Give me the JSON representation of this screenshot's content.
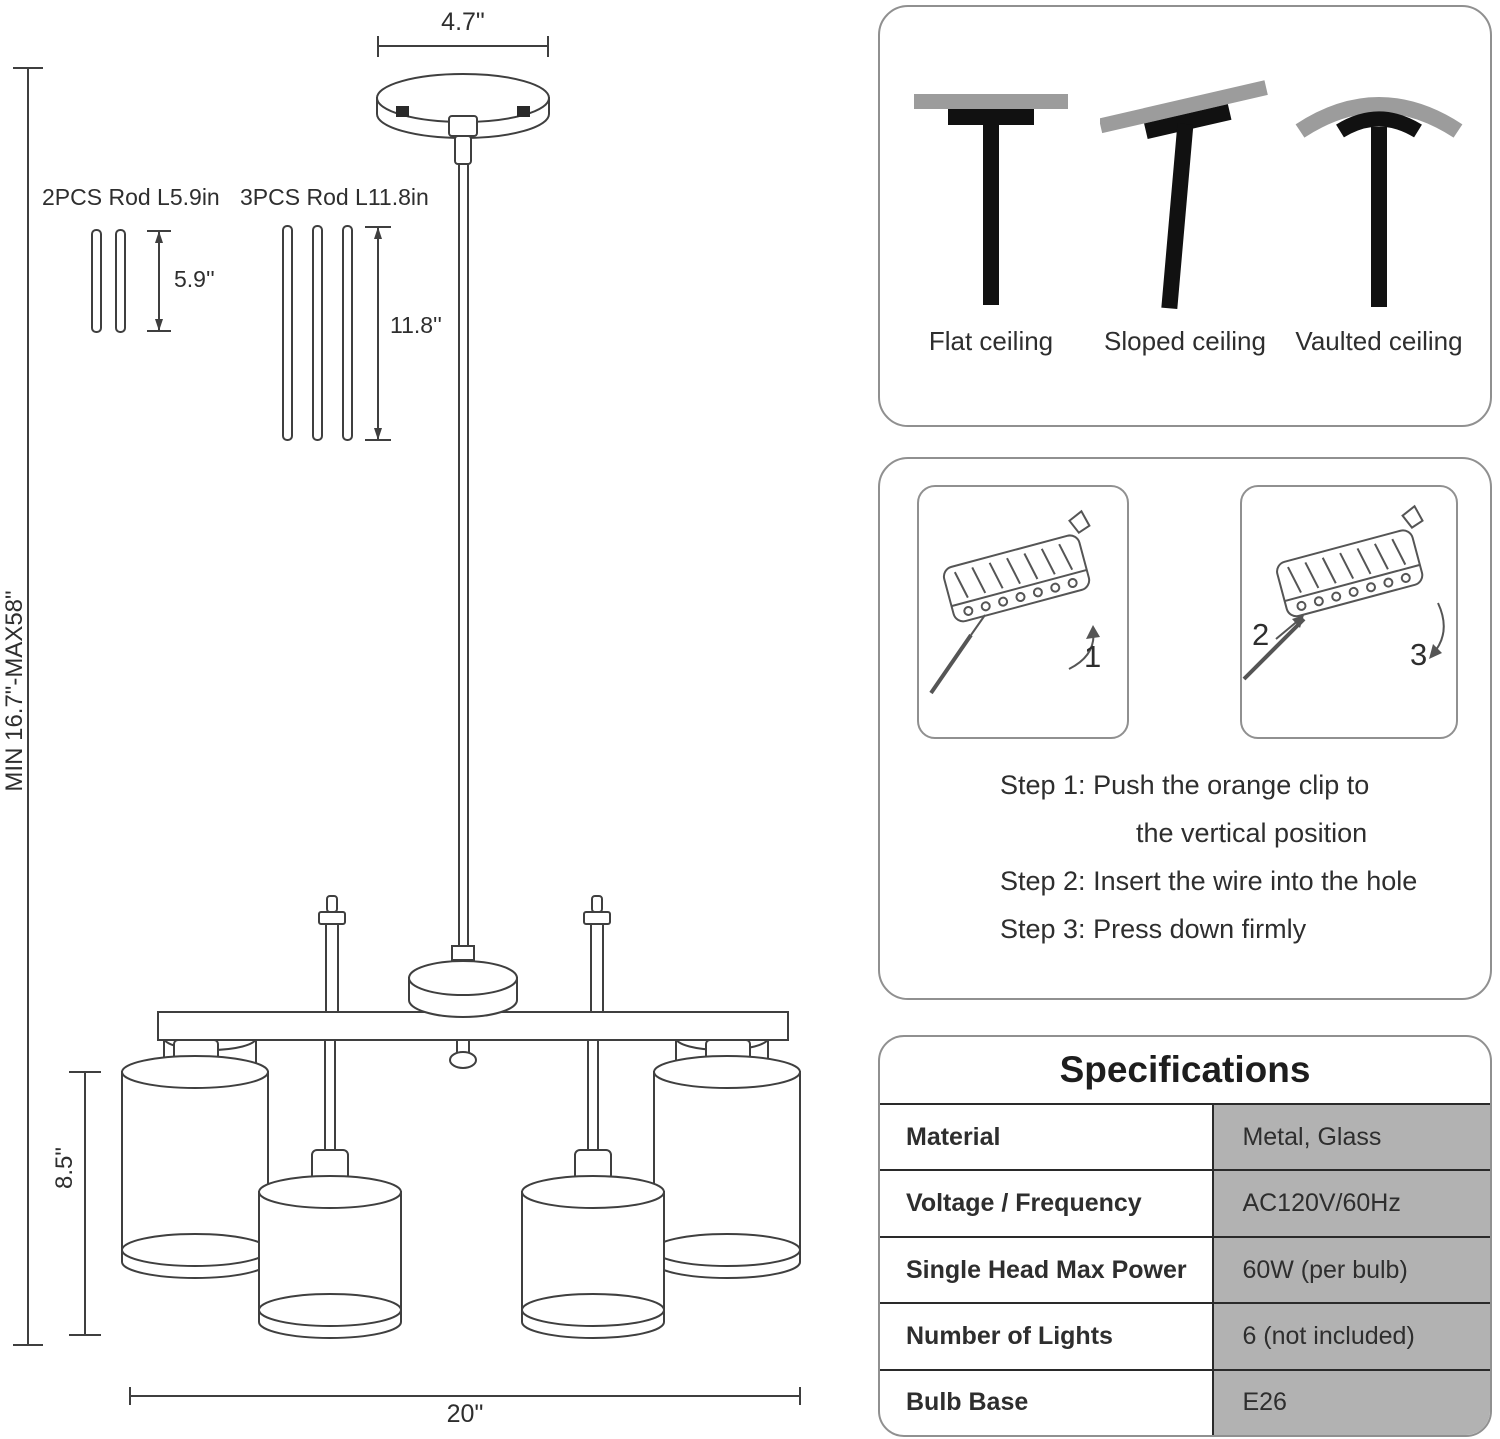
{
  "diagram": {
    "dim_canopy": "4.7\"",
    "rod_label_2pcs": "2PCS Rod L5.9in",
    "rod_label_3pcs": "3PCS Rod L11.8in",
    "dim_rod_short": "5.9''",
    "dim_rod_long": "11.8''",
    "dim_height_range": "MIN 16.7\"-MAX58\"",
    "dim_shade_height": "8.5\"",
    "dim_fixture_width": "20\""
  },
  "ceiling_panel": {
    "labels": [
      "Flat ceiling",
      "Sloped ceiling",
      "Vaulted ceiling"
    ]
  },
  "steps_panel": {
    "step_numbers": [
      "1",
      "2",
      "3"
    ],
    "lines": [
      "Step 1: Push the orange clip to",
      "the vertical position",
      "Step 2: Insert the wire into the hole",
      "Step 3: Press down firmly"
    ]
  },
  "spec_panel": {
    "title": "Specifications",
    "rows": [
      {
        "label": "Material",
        "value": "Metal, Glass"
      },
      {
        "label": "Voltage / Frequency",
        "value": "AC120V/60Hz"
      },
      {
        "label": "Single Head Max Power",
        "value": "60W (per bulb)"
      },
      {
        "label": "Number of Lights",
        "value": "6 (not included)"
      },
      {
        "label": "Bulb Base",
        "value": "E26"
      }
    ]
  },
  "colors": {
    "line": "#3f3f3f",
    "ceiling_gray": "#9c9c9c",
    "mount_black": "#111111",
    "table_value_bg": "#b2b2b2",
    "panel_border": "#909090"
  }
}
